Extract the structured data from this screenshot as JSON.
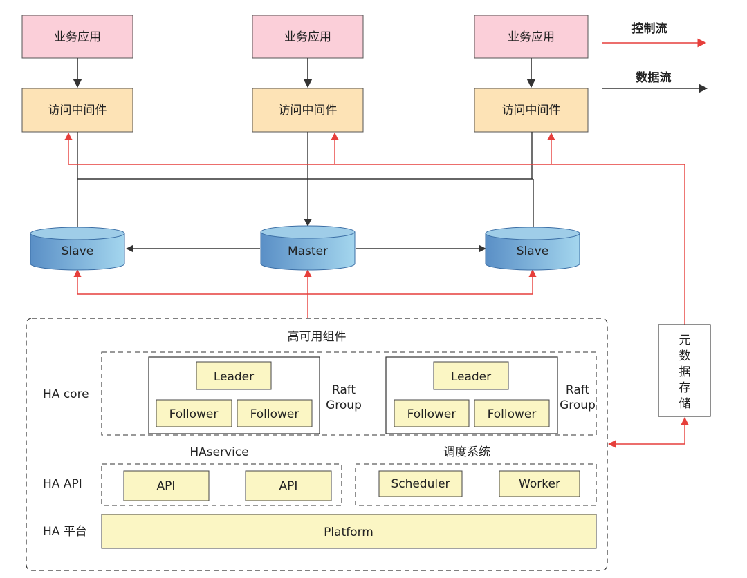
{
  "legend": {
    "control_flow": "控制流",
    "data_flow": "数据流"
  },
  "apps": [
    "业务应用",
    "业务应用",
    "业务应用"
  ],
  "middlewares": [
    "访问中间件",
    "访问中间件",
    "访问中间件"
  ],
  "databases": {
    "left": "Slave",
    "center": "Master",
    "right": "Slave"
  },
  "ha_component": {
    "title": "高可用组件",
    "ha_core_label": "HA core",
    "raft_groups": [
      {
        "leader": "Leader",
        "followers": [
          "Follower",
          "Follower"
        ],
        "label_line1": "Raft",
        "label_line2": "Group"
      },
      {
        "leader": "Leader",
        "followers": [
          "Follower",
          "Follower"
        ],
        "label_line1": "Raft",
        "label_line2": "Group"
      }
    ],
    "ha_api_label": "HA API",
    "haservice_title": "HAservice",
    "api_boxes": [
      "API",
      "API"
    ],
    "scheduling_title": "调度系统",
    "scheduler": "Scheduler",
    "worker": "Worker",
    "ha_platform_label": "HA 平台",
    "platform": "Platform"
  },
  "metadata_storage": [
    "元",
    "数",
    "据",
    "存",
    "储"
  ],
  "colors": {
    "app_fill": "#fbcfd9",
    "middleware_fill": "#fde3b6",
    "box_fill": "#fbf6c4",
    "control_red": "#e63f3b",
    "data_black": "#333333",
    "db_light": "#9fd0ea",
    "db_dark": "#5a8fc6"
  }
}
